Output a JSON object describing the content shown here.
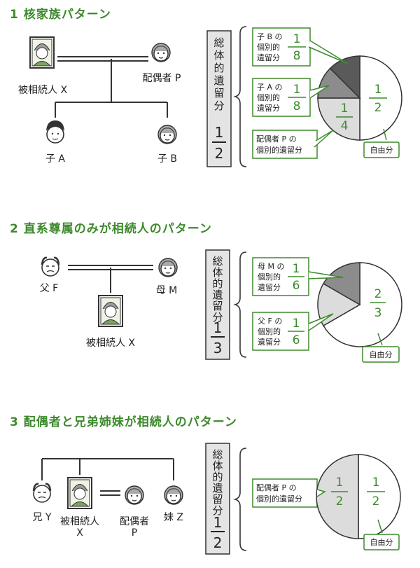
{
  "colors": {
    "title_green": "#3d8a2c",
    "box_gray": "#e4e4e4",
    "slice_dark": "#5a5a5a",
    "slice_mid": "#8c8c8c",
    "slice_light": "#dcdcdc",
    "free_white": "#ffffff"
  },
  "sections": [
    {
      "title": "1 核家族パターン",
      "people": [
        "被相続人 X",
        "配偶者 P",
        "子 A",
        "子 B"
      ],
      "total_label": [
        "総",
        "体",
        "的",
        "遺",
        "留",
        "分"
      ],
      "total_fraction": {
        "num": "1",
        "den": "2"
      },
      "callouts": [
        {
          "lines": [
            "子 B の",
            "個別的",
            "遺留分"
          ],
          "num": "1",
          "den": "8"
        },
        {
          "lines": [
            "子 A の",
            "個別的",
            "遺留分"
          ],
          "num": "1",
          "den": "8"
        },
        {
          "lines": [
            "配偶者 P の",
            "個別的遺留分"
          ]
        }
      ],
      "pie_labels": [
        {
          "num": "1",
          "den": "2"
        },
        {
          "num": "1",
          "den": "4"
        }
      ],
      "free_label": "自由分"
    },
    {
      "title": "2 直系尊属のみが相続人のパターン",
      "people": [
        "父 F",
        "母 M",
        "被相続人 X"
      ],
      "total_label": [
        "総",
        "体",
        "的",
        "遺",
        "留",
        "分"
      ],
      "total_fraction": {
        "num": "1",
        "den": "3"
      },
      "callouts": [
        {
          "lines": [
            "母 M の",
            "個別的",
            "遺留分"
          ],
          "num": "1",
          "den": "6"
        },
        {
          "lines": [
            "父 F の",
            "個別的",
            "遺留分"
          ],
          "num": "1",
          "den": "6"
        }
      ],
      "pie_labels": [
        {
          "num": "2",
          "den": "3"
        }
      ],
      "free_label": "自由分"
    },
    {
      "title": "3 配偶者と兄弟姉妹が相続人のパターン",
      "people": [
        "兄 Y",
        "被相続人",
        "X",
        "配偶者",
        "P",
        "妹 Z"
      ],
      "total_label": [
        "総",
        "体",
        "的",
        "遺",
        "留",
        "分"
      ],
      "total_fraction": {
        "num": "1",
        "den": "2"
      },
      "callouts": [
        {
          "lines": [
            "配偶者 P の",
            "個別的遺留分"
          ]
        }
      ],
      "pie_labels": [
        {
          "num": "1",
          "den": "2"
        },
        {
          "num": "1",
          "den": "2"
        }
      ],
      "free_label": "自由分"
    }
  ],
  "chart_data": [
    {
      "type": "pie",
      "title": "1 核家族パターン",
      "slices": [
        {
          "label": "自由分",
          "value": 0.5
        },
        {
          "label": "配偶者 P の個別的遺留分",
          "value": 0.25
        },
        {
          "label": "子 A の個別的遺留分",
          "value": 0.125
        },
        {
          "label": "子 B の個別的遺留分",
          "value": 0.125
        }
      ]
    },
    {
      "type": "pie",
      "title": "2 直系尊属のみが相続人のパターン",
      "slices": [
        {
          "label": "自由分",
          "value": 0.6667
        },
        {
          "label": "父 F の個別的遺留分",
          "value": 0.1667
        },
        {
          "label": "母 M の個別的遺留分",
          "value": 0.1667
        }
      ]
    },
    {
      "type": "pie",
      "title": "3 配偶者と兄弟姉妹が相続人のパターン",
      "slices": [
        {
          "label": "自由分",
          "value": 0.5
        },
        {
          "label": "配偶者 P の個別的遺留分",
          "value": 0.5
        }
      ]
    }
  ]
}
